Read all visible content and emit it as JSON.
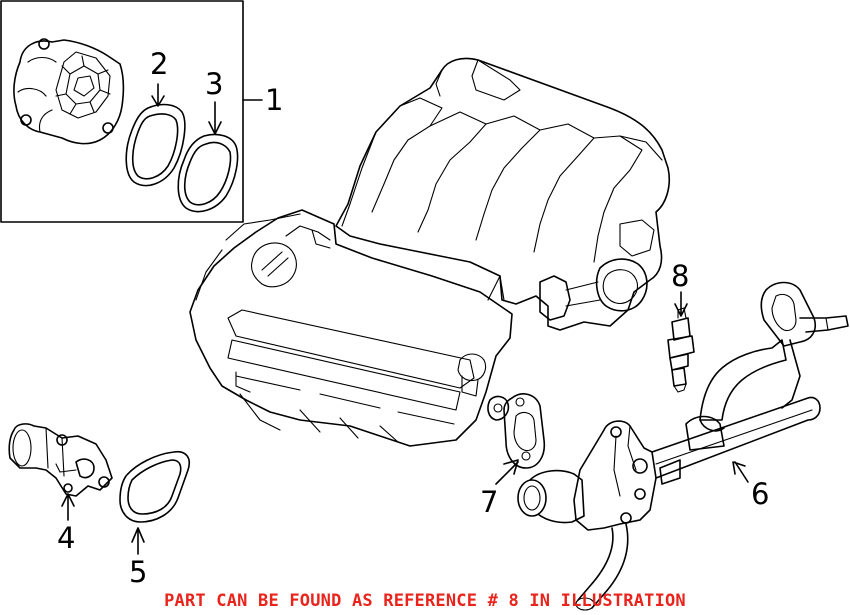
{
  "callouts": [
    {
      "id": "1",
      "label": "1"
    },
    {
      "id": "2",
      "label": "2"
    },
    {
      "id": "3",
      "label": "3"
    },
    {
      "id": "4",
      "label": "4"
    },
    {
      "id": "5",
      "label": "5"
    },
    {
      "id": "6",
      "label": "6"
    },
    {
      "id": "7",
      "label": "7"
    },
    {
      "id": "8",
      "label": "8"
    }
  ],
  "footer": {
    "note": "PART CAN BE FOUND AS REFERENCE # 8 IN ILLUSTRATION",
    "color": "#e8241c"
  },
  "colors": {
    "line": "#000000",
    "background": "#ffffff"
  }
}
